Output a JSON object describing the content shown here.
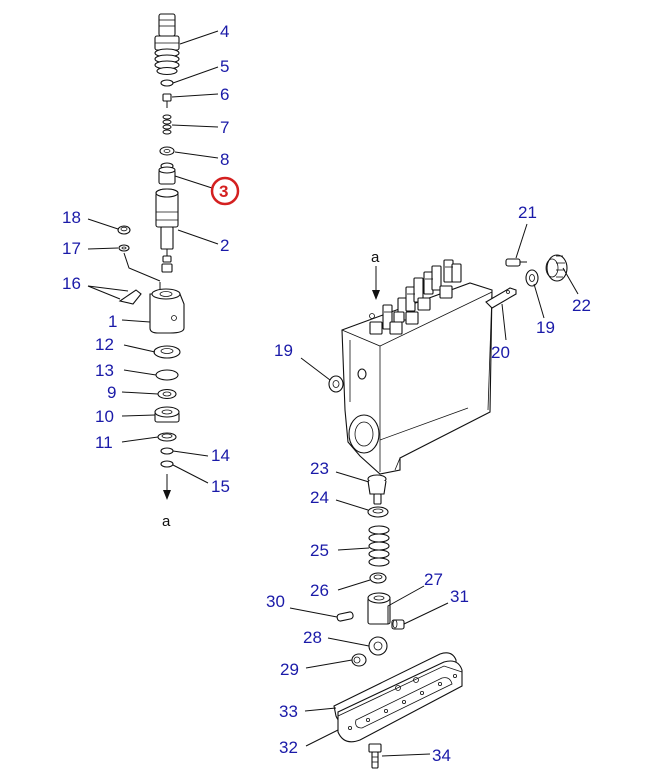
{
  "colors": {
    "label": "#1a1aa8",
    "highlight": "#d42020",
    "line": "#111111"
  },
  "labels": {
    "l4": "4",
    "l5": "5",
    "l6": "6",
    "l7": "7",
    "l8": "8",
    "l3": "3",
    "l2": "2",
    "l18": "18",
    "l17": "17",
    "l16": "16",
    "l1": "1",
    "l12": "12",
    "l13": "13",
    "l9": "9",
    "l10": "10",
    "l11": "11",
    "l14": "14",
    "l15": "15",
    "a_bottom": "a",
    "a_top": "a",
    "l21": "21",
    "l22": "22",
    "l19_right": "19",
    "l20": "20",
    "l19_left": "19",
    "l23": "23",
    "l24": "24",
    "l25": "25",
    "l26": "26",
    "l27": "27",
    "l30": "30",
    "l31": "31",
    "l28": "28",
    "l29": "29",
    "l33": "33",
    "l32": "32",
    "l34": "34"
  }
}
